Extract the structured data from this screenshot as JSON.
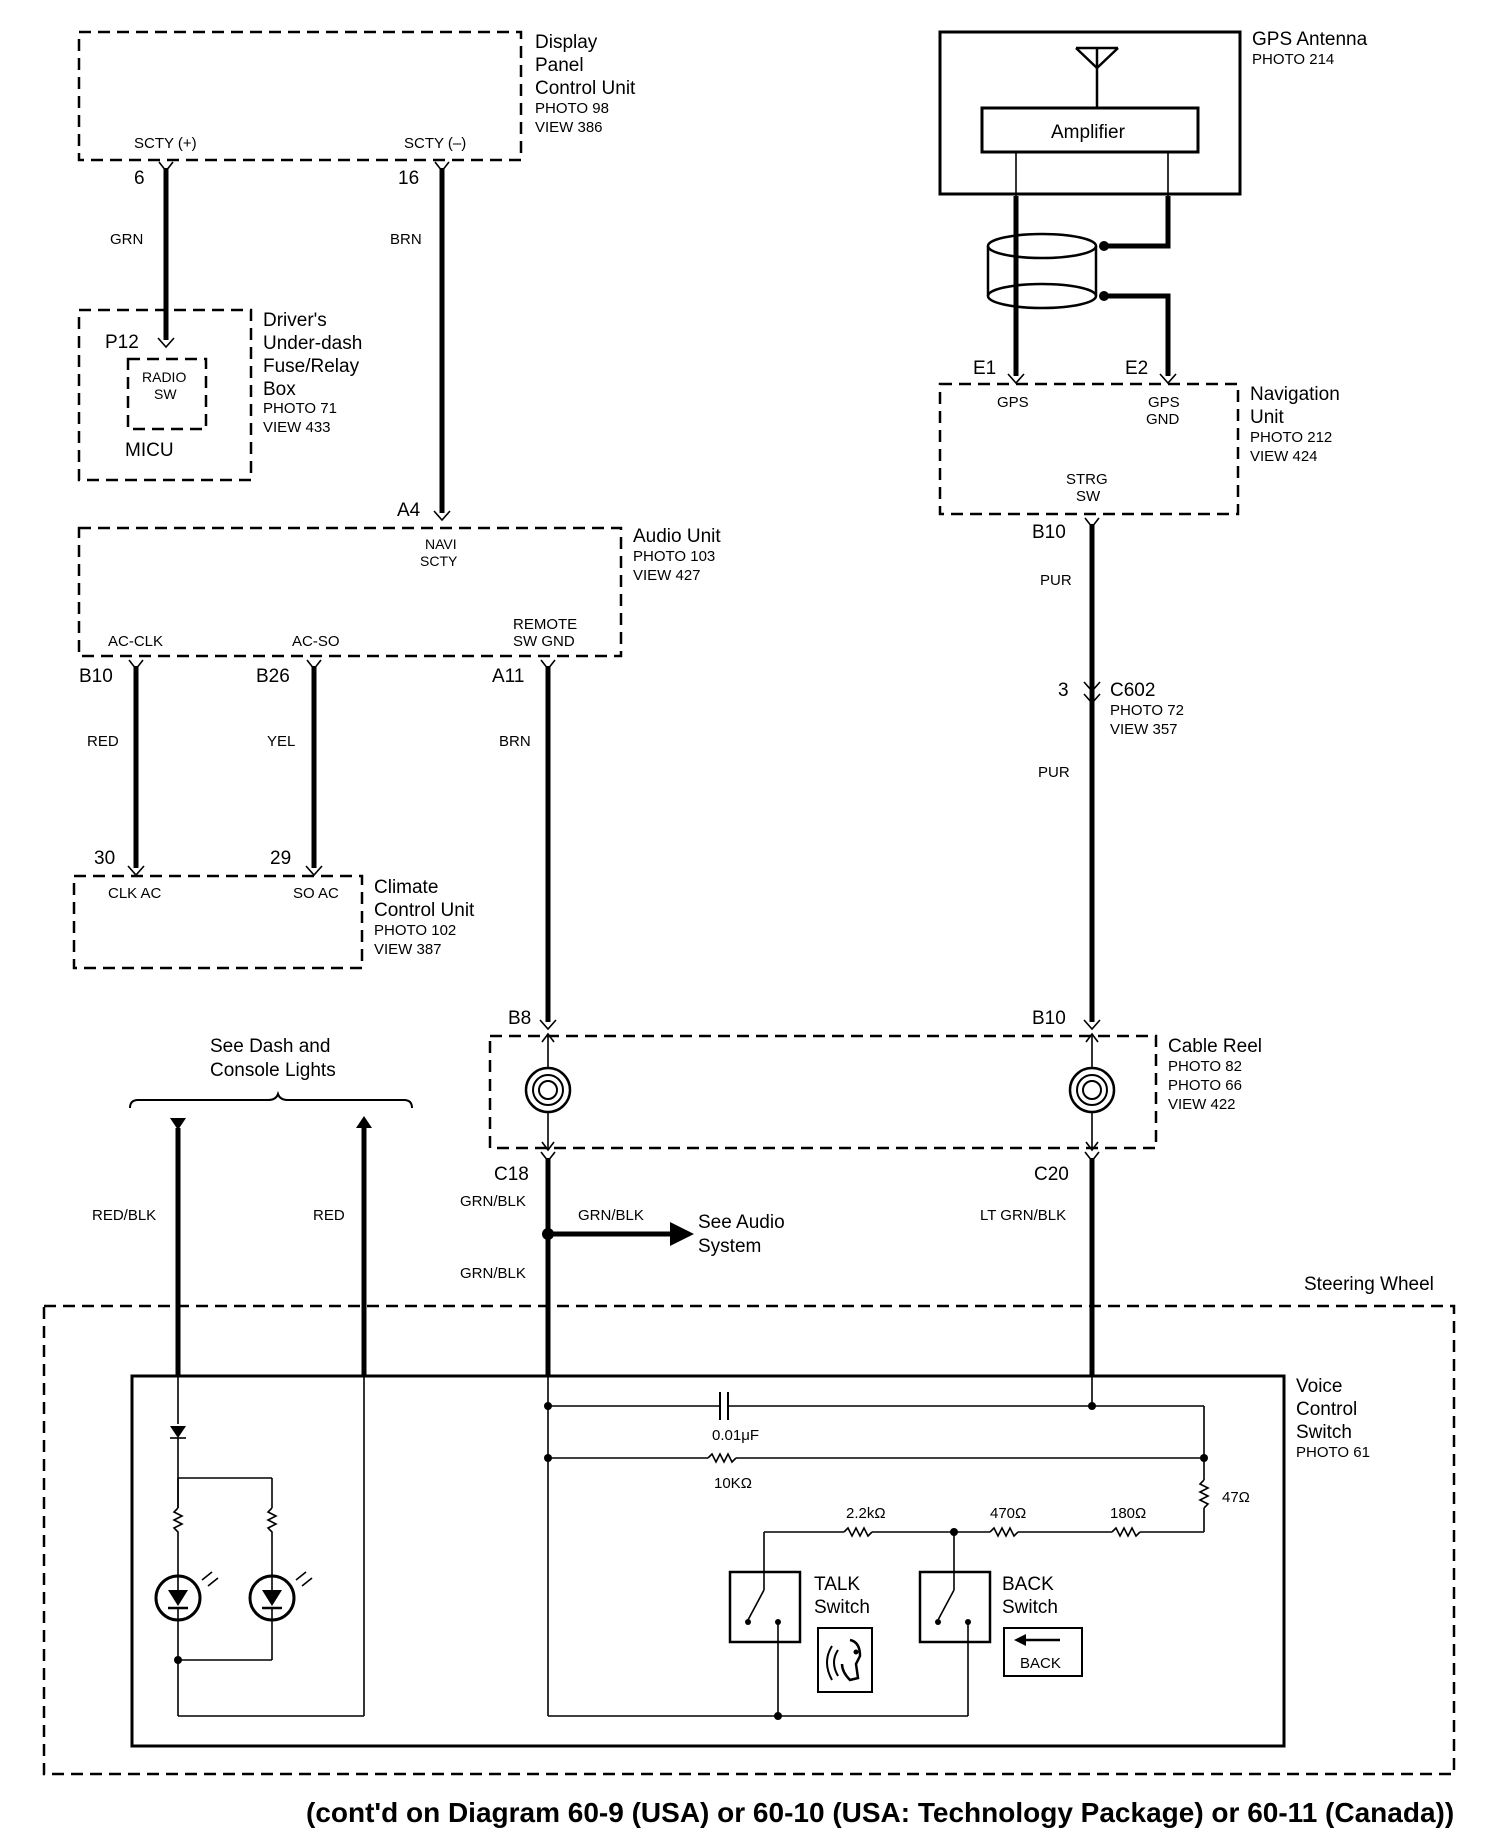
{
  "components": {
    "display_panel": {
      "lines": [
        "Display",
        "Panel",
        "Control Unit"
      ],
      "photo": "PHOTO 98",
      "view": "VIEW 386",
      "pin_left_label": "SCTY (+)",
      "pin_right_label": "SCTY (–)",
      "pin_left": "6",
      "pin_right": "16"
    },
    "fuse_box": {
      "lines": [
        "Driver's",
        "Under-dash",
        "Fuse/Relay",
        "Box"
      ],
      "photo": "PHOTO 71",
      "view": "VIEW 433",
      "pin": "P12",
      "inner_lines": [
        "RADIO",
        "SW"
      ],
      "sub": "MICU"
    },
    "audio_unit": {
      "title": "Audio Unit",
      "photo": "PHOTO 103",
      "view": "VIEW 427",
      "pin_top": "A4",
      "top_label": [
        "NAVI",
        "SCTY"
      ],
      "pins": [
        "B10",
        "B26",
        "A11"
      ],
      "pin_labels": [
        "AC-CLK",
        "AC-SO"
      ],
      "remote_label": [
        "REMOTE",
        "SW GND"
      ]
    },
    "climate": {
      "lines": [
        "Climate",
        "Control Unit"
      ],
      "photo": "PHOTO 102",
      "view": "VIEW 387",
      "pins": [
        "30",
        "29"
      ],
      "pin_labels": [
        "CLK AC",
        "SO AC"
      ]
    },
    "gps_antenna": {
      "title": "GPS Antenna",
      "photo": "PHOTO 214",
      "amp": "Amplifier"
    },
    "navigation": {
      "lines": [
        "Navigation",
        "Unit"
      ],
      "photo": "PHOTO 212",
      "view": "VIEW 424",
      "pins": [
        "E1",
        "E2"
      ],
      "gps": "GPS",
      "gps_gnd": [
        "GPS",
        "GND"
      ],
      "strg": [
        "STRG",
        "SW"
      ],
      "pin_bottom": "B10"
    },
    "c602": {
      "pin": "3",
      "name": "C602",
      "photo": "PHOTO 72",
      "view": "VIEW 357"
    },
    "cable_reel": {
      "title": "Cable Reel",
      "photos": [
        "PHOTO 82",
        "PHOTO 66"
      ],
      "view": "VIEW 422",
      "pins_top": [
        "B8",
        "B10"
      ],
      "pins_bottom": [
        "C18",
        "C20"
      ]
    },
    "dash_lights": {
      "lines": [
        "See Dash and",
        "Console Lights"
      ]
    },
    "audio_system": {
      "lines": [
        "See Audio",
        "System"
      ]
    },
    "steering_wheel": {
      "title": "Steering Wheel"
    },
    "voice_switch": {
      "lines": [
        "Voice",
        "Control",
        "Switch"
      ],
      "photo": "PHOTO 61"
    },
    "talk": {
      "lines": [
        "TALK",
        "Switch"
      ]
    },
    "back": {
      "lines": [
        "BACK",
        "Switch"
      ],
      "icon_text": "BACK"
    }
  },
  "wires": {
    "grn": "GRN",
    "brn1": "BRN",
    "red": "RED",
    "yel": "YEL",
    "brn2": "BRN",
    "pur1": "PUR",
    "pur2": "PUR",
    "red_blk": "RED/BLK",
    "red2": "RED",
    "grn_blk1": "GRN/BLK",
    "grn_blk2": "GRN/BLK",
    "grn_blk3": "GRN/BLK",
    "lt_grn_blk": "LT GRN/BLK"
  },
  "parts": {
    "cap": "0.01μF",
    "r10k": "10KΩ",
    "r47": "47Ω",
    "r2k2": "2.2kΩ",
    "r470": "470Ω",
    "r180": "180Ω"
  },
  "footer": "(cont'd on Diagram 60-9 (USA) or 60-10 (USA: Technology Package) or 60-11 (Canada))"
}
